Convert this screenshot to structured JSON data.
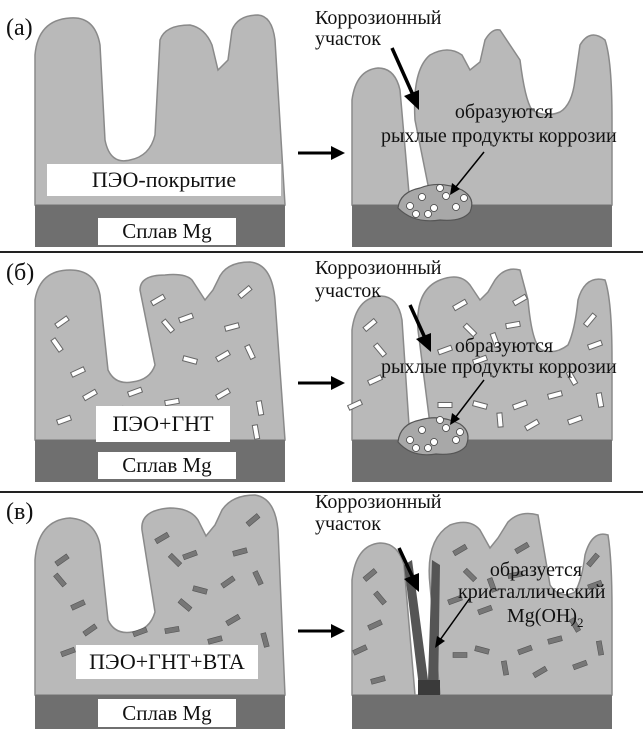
{
  "panels": [
    {
      "letter": "(а)",
      "coating_label": "ПЭО-покрытие",
      "substrate_label": "Сплав Mg",
      "site_label": [
        "Коррозионный",
        "участок"
      ],
      "product_label": [
        "образуются",
        "рыхлые продукты коррозии"
      ]
    },
    {
      "letter": "(б)",
      "coating_label": "ПЭО+ГНТ",
      "substrate_label": "Сплав Mg",
      "site_label": [
        "Коррозионный",
        "участок"
      ],
      "product_label": [
        "образуются",
        "рыхлые продукты коррозии"
      ]
    },
    {
      "letter": "(в)",
      "coating_label": "ПЭО+ГНТ+BTA",
      "substrate_label": "Сплав Mg",
      "site_label": [
        "Коррозионный",
        "участок"
      ],
      "product_label": [
        "образуется",
        "кристаллический",
        "Mg(OH)",
        "2"
      ]
    }
  ],
  "colors": {
    "coating": "#b9b9b9",
    "substrate": "#6f6f6f",
    "outline": "#8a8a8a",
    "rod_light": "#ffffff",
    "rod_dark": "#777777",
    "hydroxide": "#555555"
  }
}
